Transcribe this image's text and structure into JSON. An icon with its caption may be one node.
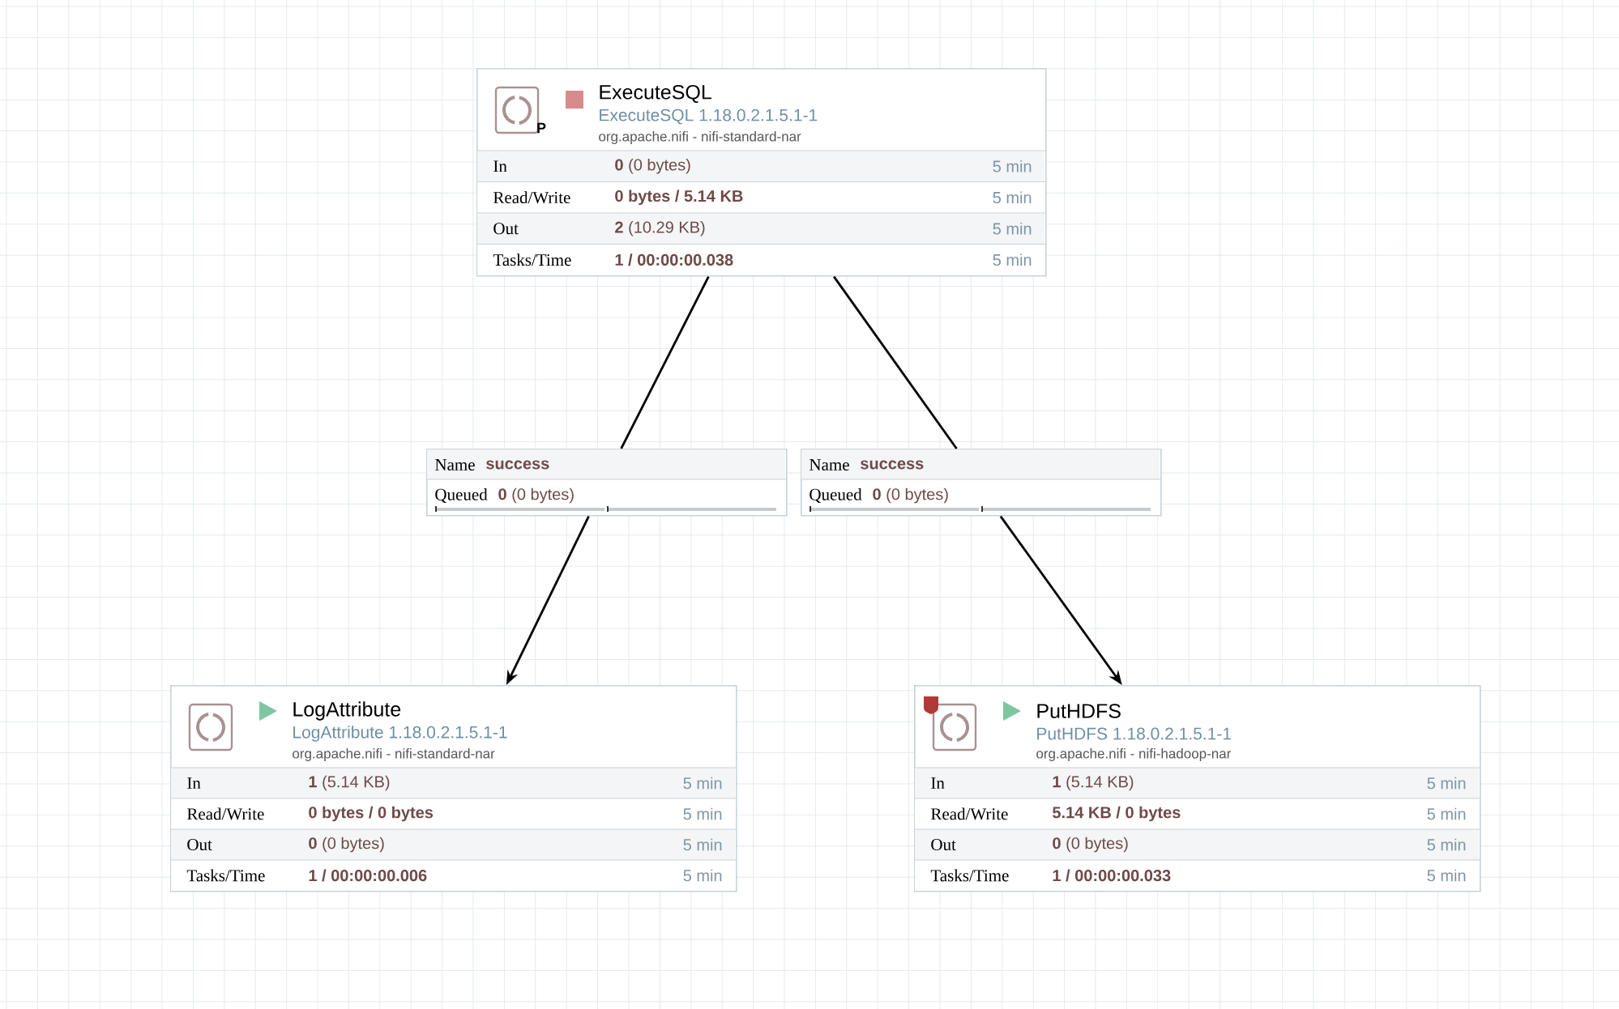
{
  "diagram": {
    "nodes": [
      {
        "text": [
          "ExecuteSQL",
          "ExecuteSQL 1.18.0.2.1.5.1-1",
          "org.apache.nifi - nifi-standard-nar",
          "In",
          "**0** (0 bytes)",
          "5 min",
          "Read/Write",
          "0 bytes / 5.14 KB",
          "5 min",
          "Out",
          "**2** (10.29 KB)",
          "5 min",
          "Tasks/Time",
          "1 / 00:00:00.038",
          "5 min"
        ]
      },
      {
        "text": [
          "LogAttribute",
          "LogAttribute 1.18.0.2.1.5.1-1",
          "org.apache.nifi - nifi-standard-nar",
          "In",
          "**1** (5.14 KB)",
          "5 min",
          "Read/Write",
          "0 bytes / 0 bytes",
          "5 min",
          "Out",
          "**0** (0 bytes)",
          "5 min",
          "Tasks/Time",
          "1 / 00:00:00.006",
          "5 min"
        ]
      },
      {
        "text": [
          "PutHDFS",
          "PutHDFS 1.18.0.2.1.5.1-1",
          "org.apache.nifi - nifi-hadoop-nar",
          "In",
          "**1** (5.14 KB)",
          "5 min",
          "Read/Write",
          "5.14 KB / 0 bytes",
          "5 min",
          "Out",
          "**0** (0 bytes)",
          "5 min",
          "Tasks/Time",
          "1 / 00:00:00.033",
          "5 min"
        ]
      },
      {
        "text": [
          "Name",
          "success",
          "Queued",
          "**0** (0 bytes)"
        ]
      },
      {
        "text": [
          "Name",
          "success",
          "Queued",
          "**0** (0 bytes)"
        ]
      }
    ],
    "edges": [
      {
        "from": 0,
        "to": 3,
        "arrow": "none"
      },
      {
        "from": 3,
        "to": 1,
        "arrow": "to"
      },
      {
        "from": 0,
        "to": 4,
        "arrow": "none"
      },
      {
        "from": 4,
        "to": 2,
        "arrow": "to"
      }
    ],
    "labels": [
      "P"
    ]
  }
}
